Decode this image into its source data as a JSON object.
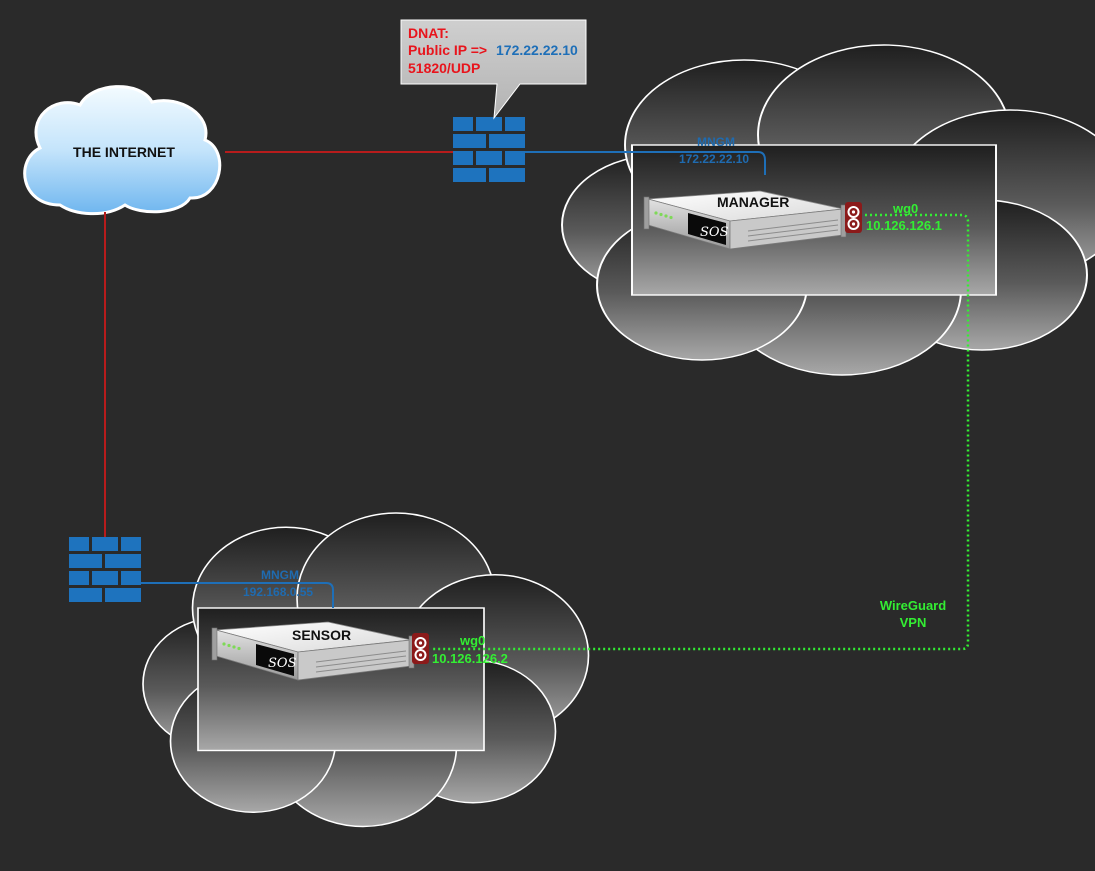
{
  "colors": {
    "background": "#2a2a2a",
    "internet_link": "#b71c1c",
    "mngm_link": "#1e6fb8",
    "mngm_text": "#1f6bb0",
    "vpn": "#33ee33",
    "firewall": "#1e73be",
    "callout_text": "#e8141c",
    "callout_ip": "#1e6fb8"
  },
  "internet": {
    "label": "THE INTERNET"
  },
  "callout": {
    "line1": "DNAT:",
    "line2_prefix": "Public IP =>",
    "line2_ip": "172.22.22.10",
    "line3": "51820/UDP"
  },
  "manager": {
    "name": "MANAGER",
    "mngm_label": "MNGM",
    "mngm_ip": "172.22.22.10",
    "wg_iface": "wg0",
    "wg_ip": "10.126.126.1"
  },
  "sensor": {
    "name": "SENSOR",
    "mngm_label": "MNGM",
    "mngm_ip": "192.168.0.55",
    "wg_iface": "wg0",
    "wg_ip": "10.126.126.2"
  },
  "vpn": {
    "line1": "WireGuard",
    "line2": "VPN"
  },
  "icons": {
    "firewall": "brick-wall-firewall-icon",
    "server": "rack-server-icon",
    "wireguard": "wireguard-logo-icon",
    "internet": "cloud-icon"
  }
}
